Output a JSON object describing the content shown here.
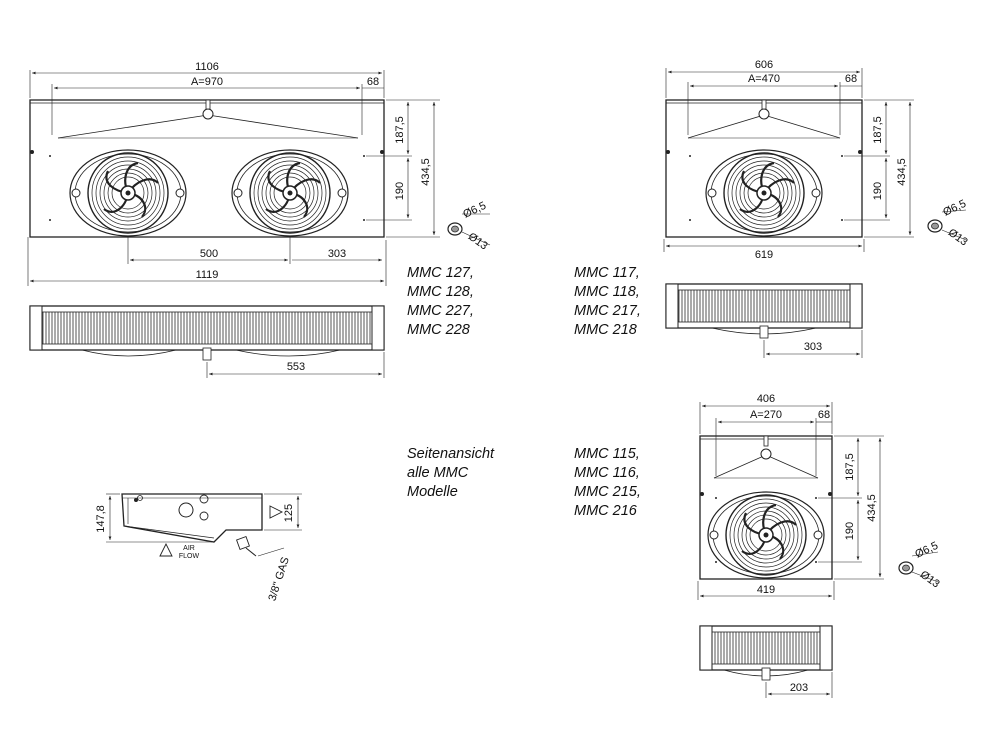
{
  "units": {
    "large": {
      "dims": {
        "w1106": "1106",
        "a970": "A=970",
        "off68": "68",
        "h187": "187,5",
        "h434": "434,5",
        "h190": "190",
        "s500": "500",
        "s303": "303",
        "w1119": "1119",
        "s553": "553"
      },
      "conn": {
        "d65": "Ø6,5",
        "d13": "Ø13"
      },
      "models": [
        "MMC 127,",
        "MMC 128,",
        "MMC 227,",
        "MMC 228"
      ]
    },
    "medium": {
      "dims": {
        "w606": "606",
        "a470": "A=470",
        "off68": "68",
        "h187": "187,5",
        "h434": "434,5",
        "h190": "190",
        "w619": "619",
        "s303": "303"
      },
      "conn": {
        "d65": "Ø6,5",
        "d13": "Ø13"
      },
      "models": [
        "MMC 117,",
        "MMC 118,",
        "MMC 217,",
        "MMC 218"
      ]
    },
    "small": {
      "dims": {
        "w406": "406",
        "a270": "A=270",
        "off68": "68",
        "h187": "187,5",
        "h434": "434,5",
        "h190": "190",
        "w419": "419",
        "s203": "203"
      },
      "conn": {
        "d65": "Ø6,5",
        "d13": "Ø13"
      },
      "models": [
        "MMC 115,",
        "MMC 116,",
        "MMC 215,",
        "MMC 216"
      ]
    }
  },
  "side_view": {
    "caption": [
      "Seitenansicht",
      "alle MMC",
      "Modelle"
    ],
    "dims": {
      "h147": "147,8",
      "h125": "125"
    },
    "air_flow": [
      "AIR",
      "FLOW"
    ],
    "gas": "3/8\" GAS"
  },
  "colors": {
    "line": "#222222",
    "fin": "#555555"
  }
}
